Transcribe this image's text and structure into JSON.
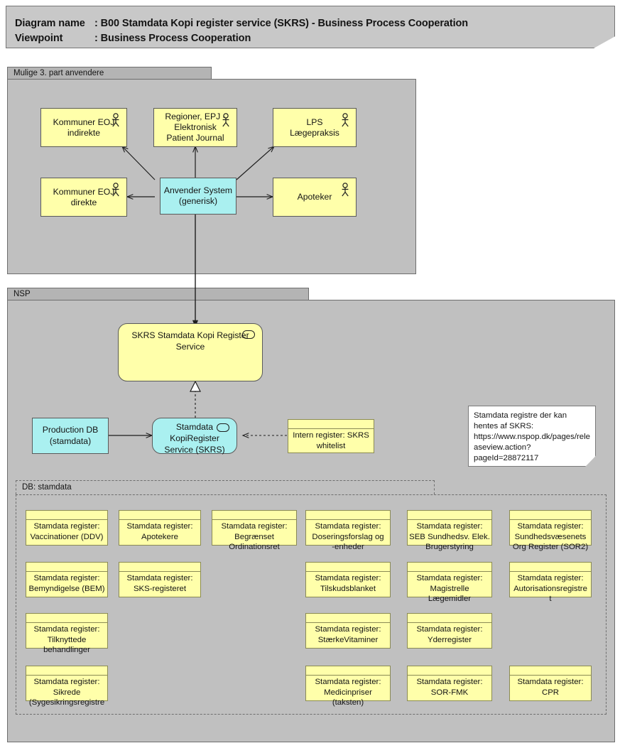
{
  "title": {
    "name_label": "Diagram name",
    "name_sep": ": B00 Stamdata Kopi register service (SKRS) - Business Process Cooperation",
    "viewpoint_label": "Viewpoint",
    "viewpoint_sep": ": Business Process Cooperation"
  },
  "groups": [
    {
      "id": "third-party",
      "label": "Mulige 3. part anvendere"
    },
    {
      "id": "nsp",
      "label": "NSP"
    },
    {
      "id": "db-stamdata",
      "label": "DB: stamdata"
    }
  ],
  "actors": [
    {
      "id": "kommuner-eoj-indirekte",
      "label": "Kommuner EOJ\nindirekte"
    },
    {
      "id": "regioner-epj",
      "label": "Regioner, EPJ -\nElektronisk\nPatient Journal"
    },
    {
      "id": "lps-laegepraksis",
      "label": "LPS\nLægepraksis"
    },
    {
      "id": "kommuner-eoj-direkte",
      "label": "Kommuner EOJ\ndirekte"
    },
    {
      "id": "apoteker",
      "label": "Apoteker"
    }
  ],
  "components": [
    {
      "id": "anvender-system",
      "label": "Anvender System\n(generisk)"
    },
    {
      "id": "production-db",
      "label": "Production DB\n(stamdata)"
    }
  ],
  "services": [
    {
      "id": "skrs-service",
      "label": "SKRS Stamdata Kopi Register\nService"
    },
    {
      "id": "stamdata-kopiregister-service",
      "label": "Stamdata\nKopiRegister\nService (SKRS)"
    }
  ],
  "internal_register": {
    "id": "skrs-whitelist",
    "label": "Intern register: SKRS\nwhitelist"
  },
  "note": {
    "id": "skrs-registry-note",
    "text": "Stamdata registre der kan hentes af SKRS: https://www.nspop.dk/pages/releaseview.action?pageId=28872117"
  },
  "registers": [
    {
      "id": "vaccinationer-ddv",
      "label": "Stamdata register:\nVaccinationer (DDV)",
      "col": 0,
      "row": 0
    },
    {
      "id": "apotekere",
      "label": "Stamdata register:\nApotekere",
      "col": 1,
      "row": 0
    },
    {
      "id": "begraenset-ordinationsret",
      "label": "Stamdata register:\nBegrænset\nOrdinationsret",
      "col": 2,
      "row": 0
    },
    {
      "id": "doseringsforslag-og-enheder",
      "label": "Stamdata register:\nDoseringsforslag og\n-enheder",
      "col": 3,
      "row": 0
    },
    {
      "id": "seb-sundhedsv-elek-brugerstyring",
      "label": "Stamdata register:\nSEB Sundhedsv. Elek.\nBrugerstyring",
      "col": 4,
      "row": 0
    },
    {
      "id": "sundhedsvaesenets-org-register-sor2",
      "label": "Stamdata register:\nSundhedsvæsenets\nOrg Register (SOR2)",
      "col": 5,
      "row": 0
    },
    {
      "id": "bemyndigelse-bem",
      "label": "Stamdata register:\nBemyndigelse (BEM)",
      "col": 0,
      "row": 1
    },
    {
      "id": "sks-registeret",
      "label": "Stamdata register:\nSKS-registeret",
      "col": 1,
      "row": 1
    },
    {
      "id": "tilskudsblanket",
      "label": "Stamdata register:\nTilskudsblanket",
      "col": 3,
      "row": 1
    },
    {
      "id": "magistrelle-laegemidler",
      "label": "Stamdata register:\nMagistrelle\nLægemidler",
      "col": 4,
      "row": 1
    },
    {
      "id": "autorisationsregisteret",
      "label": "Stamdata register:\nAutorisationsregistre\nt",
      "col": 5,
      "row": 1
    },
    {
      "id": "tilknyttede-behandlinger",
      "label": "Stamdata register:\nTilknyttede\nbehandlinger",
      "col": 0,
      "row": 2
    },
    {
      "id": "staerkevitaminer",
      "label": "Stamdata register:\nStærkeVitaminer",
      "col": 3,
      "row": 2
    },
    {
      "id": "yderregister",
      "label": "Stamdata register:\nYderregister",
      "col": 4,
      "row": 2
    },
    {
      "id": "sikrede-sygesikringsregistret",
      "label": "Stamdata register:\nSikrede\n(Sygesikringsregistre",
      "col": 0,
      "row": 3
    },
    {
      "id": "medicinpriser-taksten",
      "label": "Stamdata register:\nMedicinpriser\n(taksten)",
      "col": 3,
      "row": 3
    },
    {
      "id": "sor-fmk",
      "label": "Stamdata register:\nSOR-FMK",
      "col": 4,
      "row": 3
    },
    {
      "id": "cpr",
      "label": "Stamdata register:\nCPR",
      "col": 5,
      "row": 3
    }
  ],
  "colors": {
    "diagram_background": "#ffffff",
    "group_fill": "#c0c0c0",
    "group_tab_fill": "#b4b4b4",
    "title_fill": "#c8c8c8",
    "yellow_element": "#ffffaa",
    "cyan_element": "#aaf0f0",
    "line": "#1e1e1e",
    "note_fill": "#ffffff"
  }
}
